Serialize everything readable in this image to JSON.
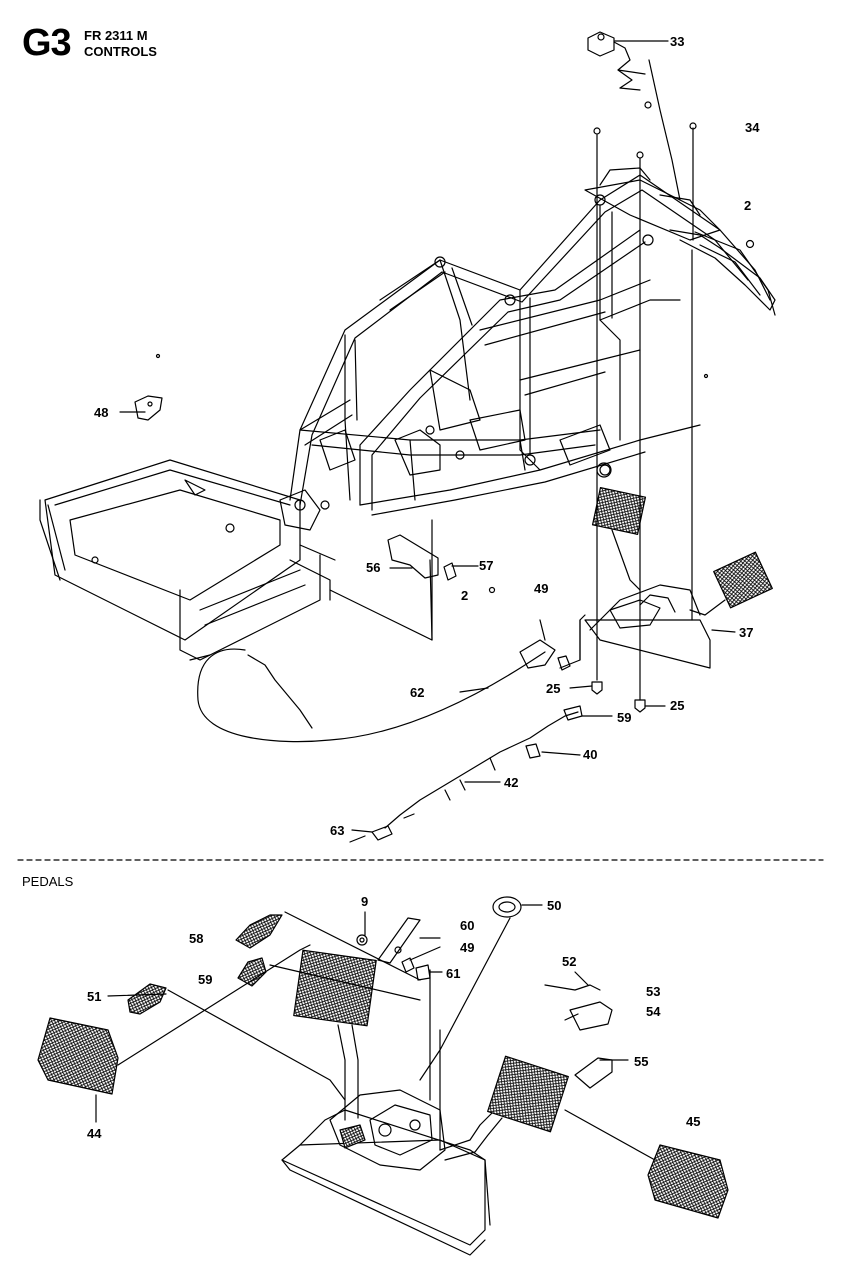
{
  "header": {
    "section_code": "G3",
    "model": "FR 2311 M",
    "title": "CONTROLS"
  },
  "lower_section_title": "PEDALS",
  "callouts": {
    "c33": "33",
    "c34": "34",
    "c2a": "2",
    "c48": "48",
    "c56": "56",
    "c57": "57",
    "c2b": "2",
    "c49a": "49",
    "c37": "37",
    "c25a": "25",
    "c25b": "25",
    "c59a": "59",
    "c62": "62",
    "c40": "40",
    "c42": "42",
    "c63": "63",
    "c9": "9",
    "c60": "60",
    "c50": "50",
    "c58": "58",
    "c49b": "49",
    "c61": "61",
    "c59b": "59",
    "c52": "52",
    "c51": "51",
    "c53": "53",
    "c54": "54",
    "c55": "55",
    "c44": "44",
    "c45": "45"
  }
}
